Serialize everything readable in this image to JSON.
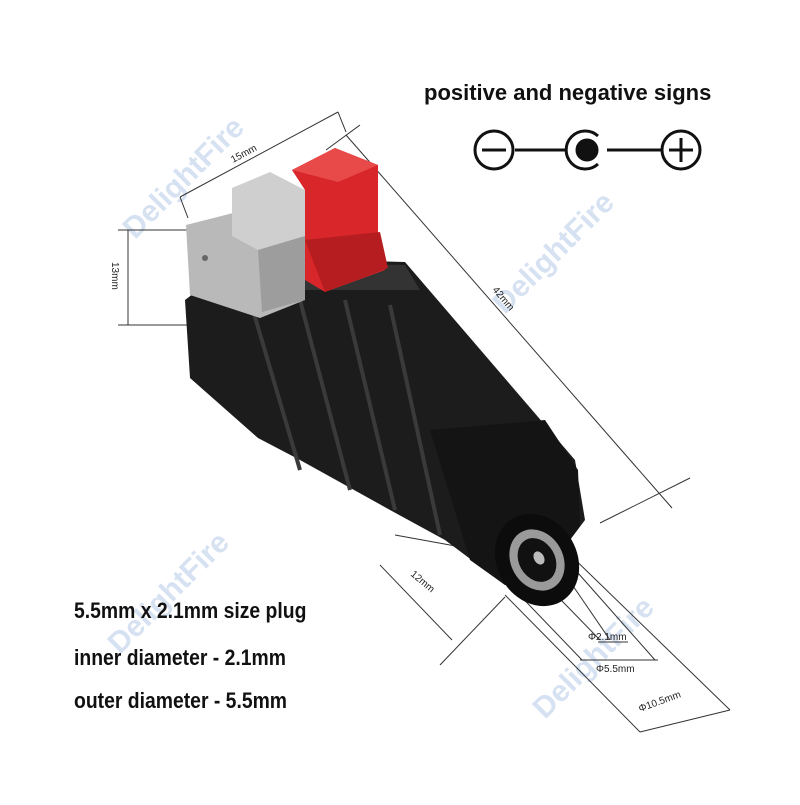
{
  "heading": "positive and negative signs",
  "specs": [
    "5.5mm x 2.1mm size plug",
    "inner diameter - 2.1mm",
    "outer diameter - 5.5mm"
  ],
  "dimensions": {
    "width": "15mm",
    "height": "13mm",
    "length": "42mm",
    "barrel": "12mm",
    "pin": "Φ2.1mm",
    "inner": "Φ5.5mm",
    "outer": "Φ10.5mm"
  },
  "watermark": "DelightFire",
  "symbols": [
    "minus-icon",
    "center-positive-icon",
    "plus-icon"
  ],
  "colors": {
    "red_lever": "#d8262a",
    "gray_lever": "#b9b9b9",
    "body": "#1c1c1c"
  }
}
